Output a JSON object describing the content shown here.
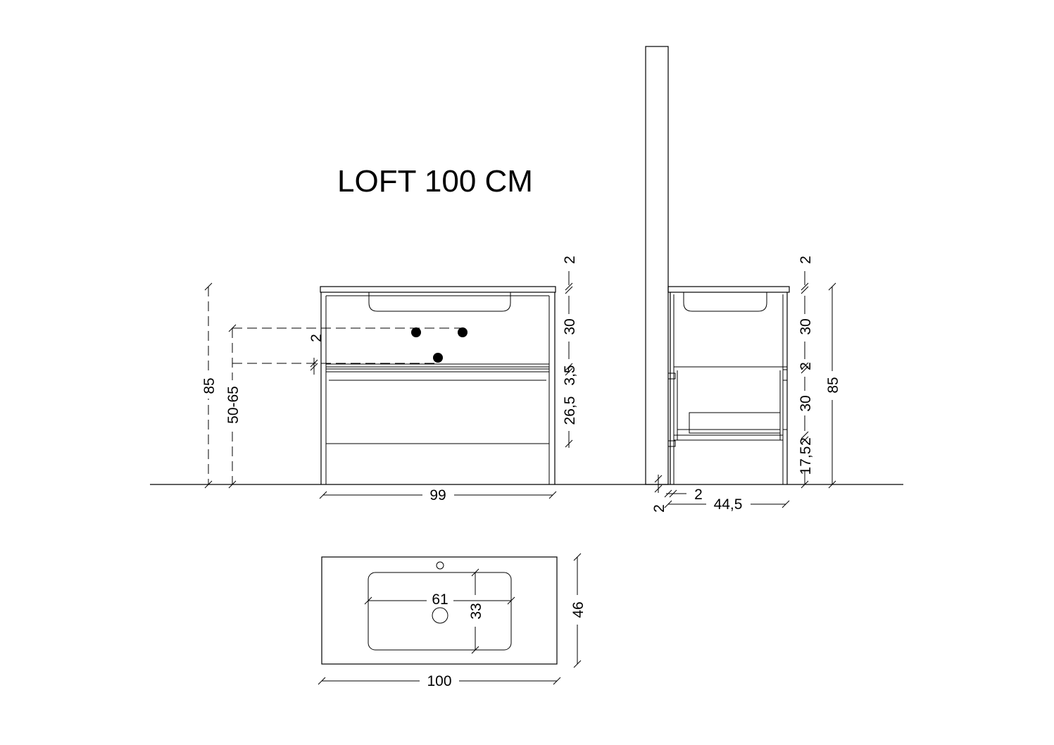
{
  "title": "LOFT 100 CM",
  "front_view": {
    "width": "99",
    "total_height": "85",
    "mount_height": "50-65",
    "drain_offset": "2",
    "right_dims": {
      "top": "2",
      "upper": "30",
      "gap": "3,5",
      "drawer": "26,5"
    }
  },
  "side_view": {
    "left_dims": {
      "wall_gap": "2",
      "frame_offset": "2",
      "depth": "44,5"
    },
    "right_dims": {
      "top": "2",
      "upper": "30",
      "gap": "2",
      "drawer": "30",
      "bottom_gap": "2",
      "leg": "17,5"
    },
    "total_height": "85"
  },
  "top_view": {
    "width": "100",
    "depth": "46",
    "basin_width": "61",
    "basin_depth": "33"
  }
}
